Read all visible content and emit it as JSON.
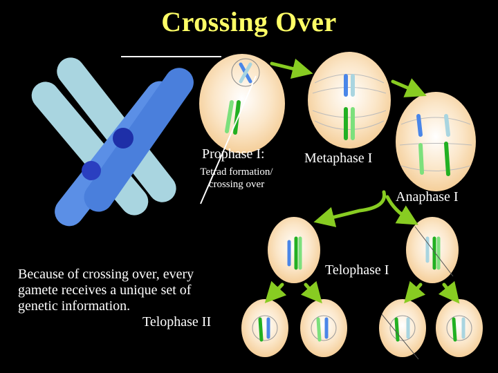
{
  "title": "Crossing Over",
  "stages": {
    "prophase": {
      "name": "Prophase I:",
      "sub_line1": "Tetrad formation/",
      "sub_line2": "crossing over"
    },
    "metaphase": {
      "name": "Metaphase I"
    },
    "anaphase": {
      "name": "Anaphase I"
    },
    "telophase": {
      "name": "Telophase I"
    },
    "telophase2": {
      "name": "Telophase II"
    }
  },
  "body_text": {
    "line1": "Because of crossing over, every",
    "line2": "gamete receives a unique set of",
    "line3": "genetic information."
  },
  "colors": {
    "title": "#FFFF66",
    "background": "#000000",
    "text": "#FFFFFF",
    "arrow": "#88CC22",
    "cell_fill": "#F7D7A8",
    "chromosome_dark_blue": "#4A86E8",
    "chromosome_light_blue": "#A9D5E0",
    "chromosome_green": "#22B022",
    "chromosome_light_green": "#7CE07C",
    "centromere": "#1E2FA8"
  }
}
